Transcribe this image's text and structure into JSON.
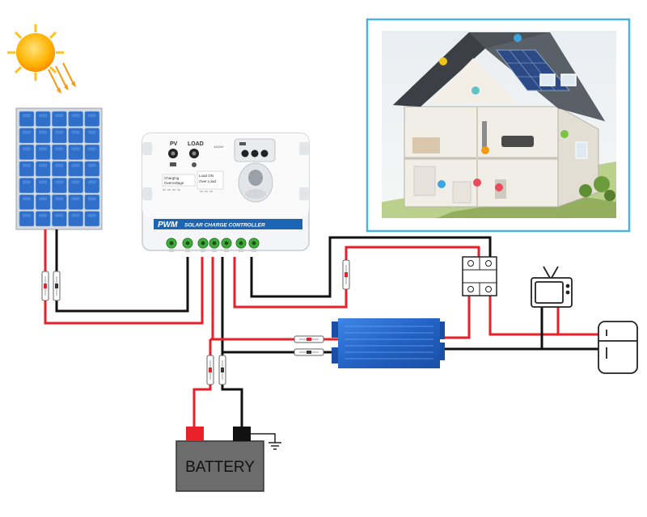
{
  "controller": {
    "brand": "PWM",
    "title": "SOLAR CHARGE CONTROLLER",
    "pv_label": "PV",
    "load_label": "LOAD",
    "led_charging": "Charging",
    "led_overvoltage": "Overvoltage",
    "led_load_on": "Load ON",
    "led_over_load": "Over Load"
  },
  "battery": {
    "label": "BATTERY"
  },
  "colors": {
    "positive_wire": "#e8202a",
    "negative_wire": "#111111",
    "panel_blue": "#2f6fc9",
    "controller_band": "#1c64b4",
    "inverter_blue": "#2b6fd0",
    "battery_body": "#6c6c6c",
    "sun": "#ffb300"
  },
  "icons": [
    "sun-icon",
    "solar-panel-icon",
    "charge-controller-icon",
    "inverter-icon",
    "relay-icon",
    "tv-icon",
    "refrigerator-icon",
    "battery-icon",
    "ground-icon",
    "fuse-icon",
    "house-cutaway-icon"
  ]
}
